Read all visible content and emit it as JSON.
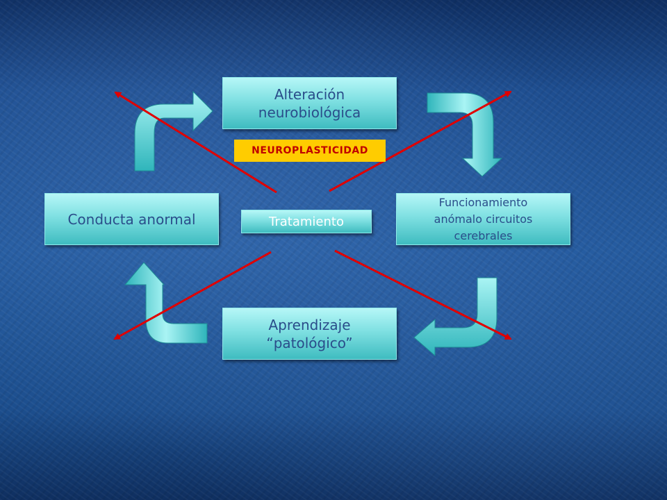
{
  "nodes": {
    "top": "Alteración\nneurobiológica",
    "left": "Conducta anormal",
    "right": "Funcionamiento\nanómalo circuitos\ncerebrales",
    "bottom": "Aprendizaje\n“patológico”",
    "center": "Tratamiento"
  },
  "label": "NEUROPLASTICIDAD",
  "colors": {
    "box_top": "#b6f7f7",
    "box_bottom": "#3fbcc0",
    "box_text": "#2a4d8a",
    "label_bg": "#ffcc00",
    "label_text": "#c00000",
    "red_arrow": "#e00000"
  }
}
